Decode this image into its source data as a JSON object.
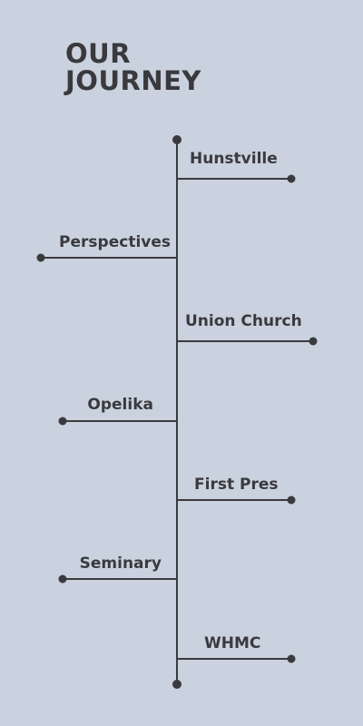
{
  "title": {
    "line1": "OUR",
    "line2": "JOURNEY"
  },
  "colors": {
    "background": "#c9d2de",
    "line": "#3a3a3e",
    "text": "#3a3a3e"
  },
  "events": [
    {
      "label": "Hunstville"
    },
    {
      "label": "Perspectives"
    },
    {
      "label": "Union Church"
    },
    {
      "label": "Opelika"
    },
    {
      "label": "First Pres"
    },
    {
      "label": "Seminary"
    },
    {
      "label": "WHMC"
    }
  ]
}
